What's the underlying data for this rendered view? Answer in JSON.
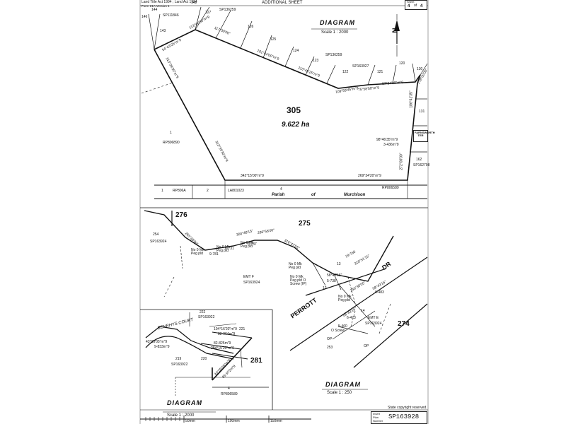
{
  "header": {
    "act_line": "Land Title Act 1994 ; Land Act 1994",
    "form_line": "Form 21A Version 1",
    "additional_sheet": "ADDITIONAL SHEET",
    "sheet_label": "Sheet",
    "sheet_no": "4",
    "sheet_of": "of",
    "sheet_total": "4"
  },
  "top_diagram": {
    "title": "DIAGRAM",
    "scale": "Scale 1 : 2000",
    "north": "N",
    "lot": "305",
    "area": "9.622 ha",
    "lots": [
      "146",
      "144",
      "142",
      "143",
      "127",
      "126",
      "125",
      "124",
      "123",
      "122",
      "121",
      "120",
      "130",
      "131",
      "162",
      "1"
    ],
    "plans": [
      "SP111846",
      "SP136259",
      "SP136259",
      "SP163927",
      "RP806890",
      "SP162798",
      "RP806589"
    ],
    "bearings": [
      "54°43'25\"m\"9",
      "113°46'00\"m\"9",
      "117°30'00\"",
      "101°44'00\"m\"9",
      "113°46'25\"m\"9",
      "109°59'45\"m\"9",
      "75°58'50\"m\"9",
      "87°24'30\"m\"9",
      "178°30'00\"",
      "186°41'35\"",
      "272°00'00\"",
      "313°39'30\"m\"9",
      "342°15'00\"m\"9",
      "269°34'20\"m\"9"
    ],
    "farnsworth_ter": "FARNSWORTH TER",
    "farnsworth_bearing": "98°46'35\"m\"9",
    "farnsworth_dist": "3-436m\"9",
    "bottom_lots": [
      "1",
      "2",
      "4"
    ],
    "bottom_plans": [
      "RP806A",
      "LA801023",
      "RP806589"
    ],
    "parish": "Parish",
    "of": "of",
    "parish_name": "Murchison"
  },
  "middle_diagram": {
    "lot_276": "276",
    "lot_275": "275",
    "lot_274": "274",
    "lot_254": "254",
    "lot_253": "253",
    "plan_254": "SP163924",
    "road_a": "PERROTT",
    "road_b": "DR",
    "emt_f": "EMT F",
    "emt_f_plan": "SP163924",
    "emt_e": "EMT E",
    "emt_e_plan": "SP163924",
    "bearings": [
      "265°30'00\"",
      "300°48'15\"",
      "286°58'00\"",
      "316°47'55\"",
      "19-766",
      "318°51'15\"",
      "58°43'15\"",
      "236°30'00\"",
      "58°43'15\"",
      "58°43'15\""
    ],
    "notes": [
      "No 0 Mk Peg pld",
      "No 0 Mk Peg pld",
      "No 0 Mk Peg pld",
      "No 0 Mk Peg pld",
      "No 0 Mk Peg pld O Screw (IP)",
      "No 0 Mk Peg pld",
      "O Screw",
      "OP",
      "OP"
    ],
    "dists": [
      "9-781",
      "6-731",
      "6-737",
      "5-738",
      "6-483",
      "6-473",
      "5-460"
    ],
    "nums": [
      "12",
      "13",
      "14"
    ]
  },
  "inset": {
    "lot_222": "222",
    "plan_222": "SP163922",
    "lot_221": "221",
    "lot_220": "220",
    "lot_219": "219",
    "plan_219": "SP163922",
    "lot_281": "281",
    "lot_4": "4",
    "plan_4": "RP806589",
    "road": "BENRHYS COURT",
    "bearings": [
      "104°16'20\"m\"9",
      "82-964m\"9",
      "82-825m\"9",
      "284°15'20\"m\"9",
      "43°05'05\"m\"9",
      "9-833m\"9",
      "43°05'05\"m\"9",
      "85-972m\"9"
    ],
    "title": "DIAGRAM",
    "scale": "Scale 1 : 2000"
  },
  "bottom_right": {
    "title": "DIAGRAM",
    "scale": "Scale 1 : 250",
    "copyright": "State copyright reserved.",
    "plan_label_1": "Insert",
    "plan_label_2": "Plan",
    "plan_label_3": "Number",
    "plan_number": "SP163928"
  },
  "scale_bar": {
    "labels": [
      "50mm",
      "100mm",
      "150mm"
    ]
  }
}
